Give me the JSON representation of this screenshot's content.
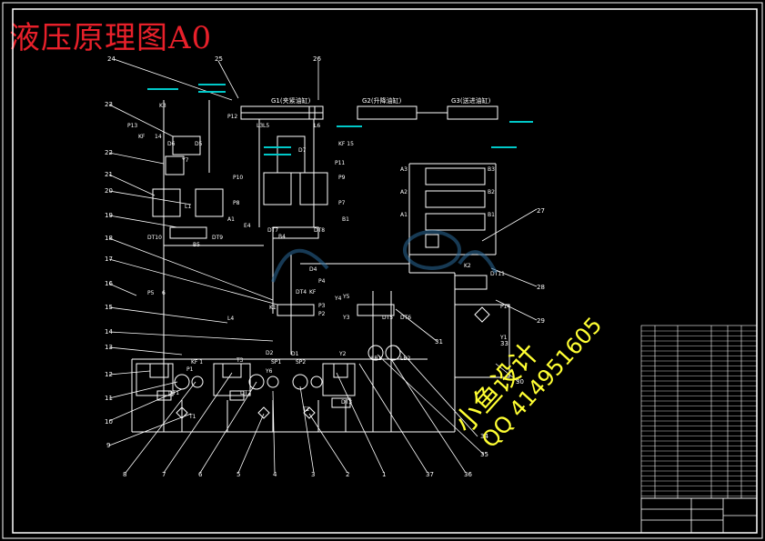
{
  "drawing": {
    "title": "液压原理图A0",
    "watermark_1": "小鱼设计",
    "watermark_2": "QQ 414951605"
  },
  "cylinders": [
    {
      "label": "G1(夹紧油缸)"
    },
    {
      "label": "G2(升降油缸)"
    },
    {
      "label": "G3(送进油缸)"
    }
  ],
  "callouts": [
    "1",
    "2",
    "3",
    "4",
    "5",
    "6",
    "7",
    "8",
    "9",
    "10",
    "11",
    "12",
    "13",
    "14",
    "15",
    "16",
    "17",
    "18",
    "19",
    "20",
    "21",
    "22",
    "23",
    "24",
    "25",
    "26",
    "27",
    "28",
    "29",
    "30",
    "31",
    "33",
    "34",
    "35",
    "36",
    "37"
  ],
  "component_labels": [
    "K3",
    "P13",
    "KF",
    "14",
    "D6",
    "D5",
    "Y7",
    "L1",
    "DT10",
    "DT9",
    "B5",
    "P5",
    "6",
    "L4",
    "L3",
    "Y4",
    "P10",
    "P8",
    "A1",
    "B1",
    "E4",
    "D7",
    "K1",
    "DT7",
    "DT8",
    "B4",
    "Y5",
    "P4",
    "KF",
    "D4",
    "P3",
    "P2",
    "DT6",
    "DT5",
    "Y3",
    "D2",
    "SP1",
    "Y6",
    "T2",
    "T3",
    "T1",
    "LB1",
    "LB2",
    "A3",
    "B3",
    "A2",
    "B2",
    "A1",
    "B1",
    "P9",
    "P7",
    "K2",
    "DT11",
    "Y1",
    "P14",
    "KF 15",
    "P12",
    "P11",
    "L5",
    "L6",
    "D1",
    "SP2",
    "KF 1",
    "P1",
    "Y2",
    "DT1",
    "DT2",
    "DT3",
    "DT4"
  ],
  "colors": {
    "background": "#000000",
    "lines": "#ffffff",
    "title": "#e8202a",
    "annotations": "#00c8c8",
    "watermark": "#ffff33"
  }
}
